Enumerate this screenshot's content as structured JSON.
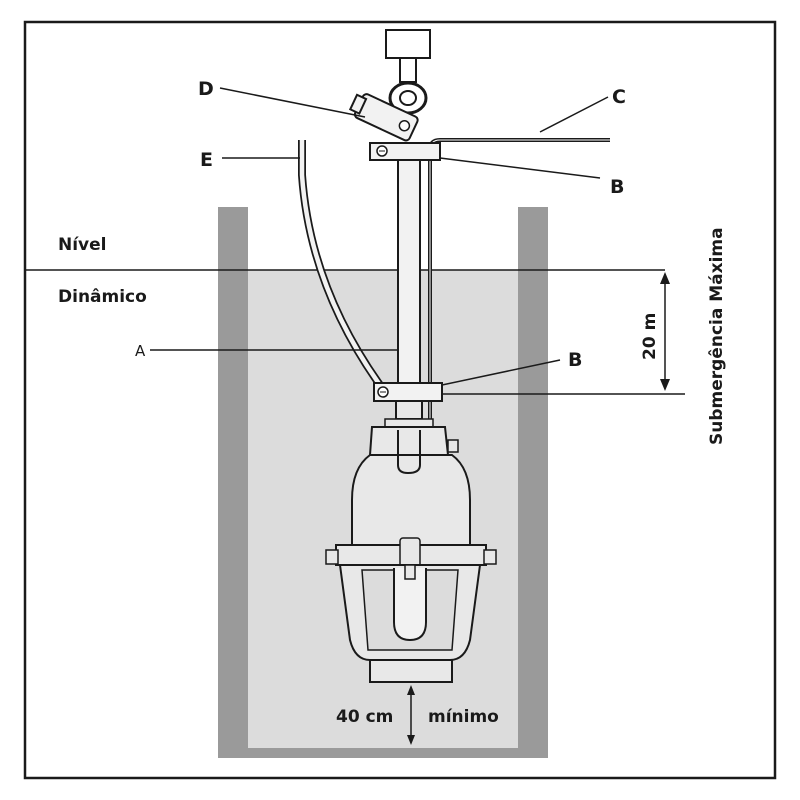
{
  "diagram": {
    "labels": {
      "A": "A",
      "B": "B",
      "C": "C",
      "D": "D",
      "E": "E"
    },
    "nivel": "Nível",
    "dinamico": "Dinâmico",
    "submergence_value": "20 m",
    "submergence_label": "Submergência Máxima",
    "min_depth": "40 cm",
    "min_label": "mínimo"
  },
  "colors": {
    "well_wall": "#9a9a9a",
    "water": "#dcdcdc",
    "line": "#1a1a1a",
    "pump_body": "#e8e8e8",
    "pipe": "#f2f2f2"
  }
}
